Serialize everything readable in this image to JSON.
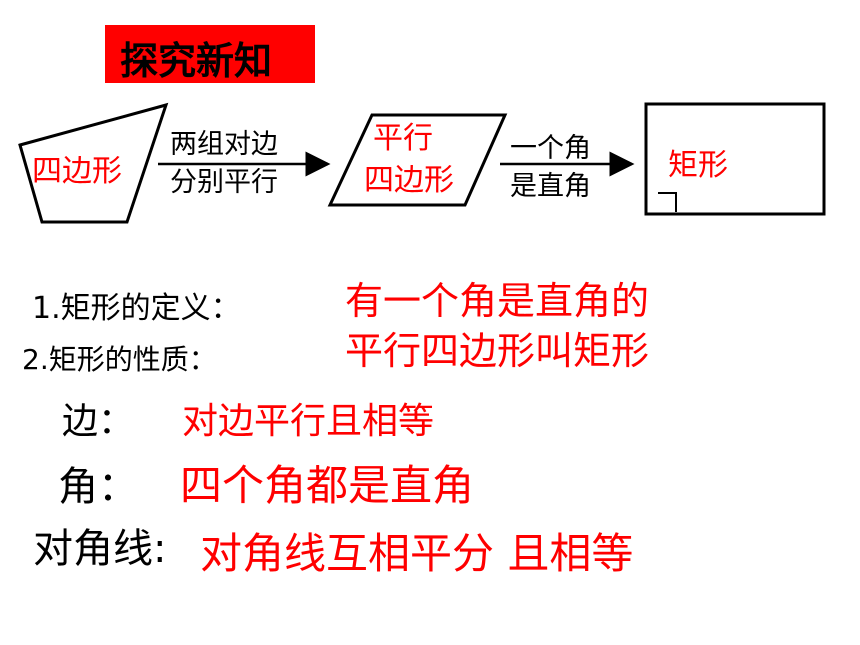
{
  "title": "探究新知",
  "diagram": {
    "shape1": "四边形",
    "arrow1_line1": "两组对边",
    "arrow1_line2": "分别平行",
    "shape2_line1": "平行",
    "shape2_line2": "四边形",
    "arrow2_line1": "一个角",
    "arrow2_line2": "是直角",
    "shape3": "矩形"
  },
  "definition": {
    "label": "1.矩形的定义：",
    "line1": "有一个角是直角的",
    "line2": "平行四边形叫矩形"
  },
  "properties": {
    "label": "2.矩形的性质：",
    "side_label": "边：",
    "side_value": "对边平行且相等",
    "angle_label": "角：",
    "angle_value": "四个角都是直角",
    "diagonal_label": "对角线:",
    "diagonal_value": "对角线互相平分  且相等"
  },
  "colors": {
    "accent": "#ff0000",
    "title_bg": "#ff0000",
    "text": "#000000"
  }
}
